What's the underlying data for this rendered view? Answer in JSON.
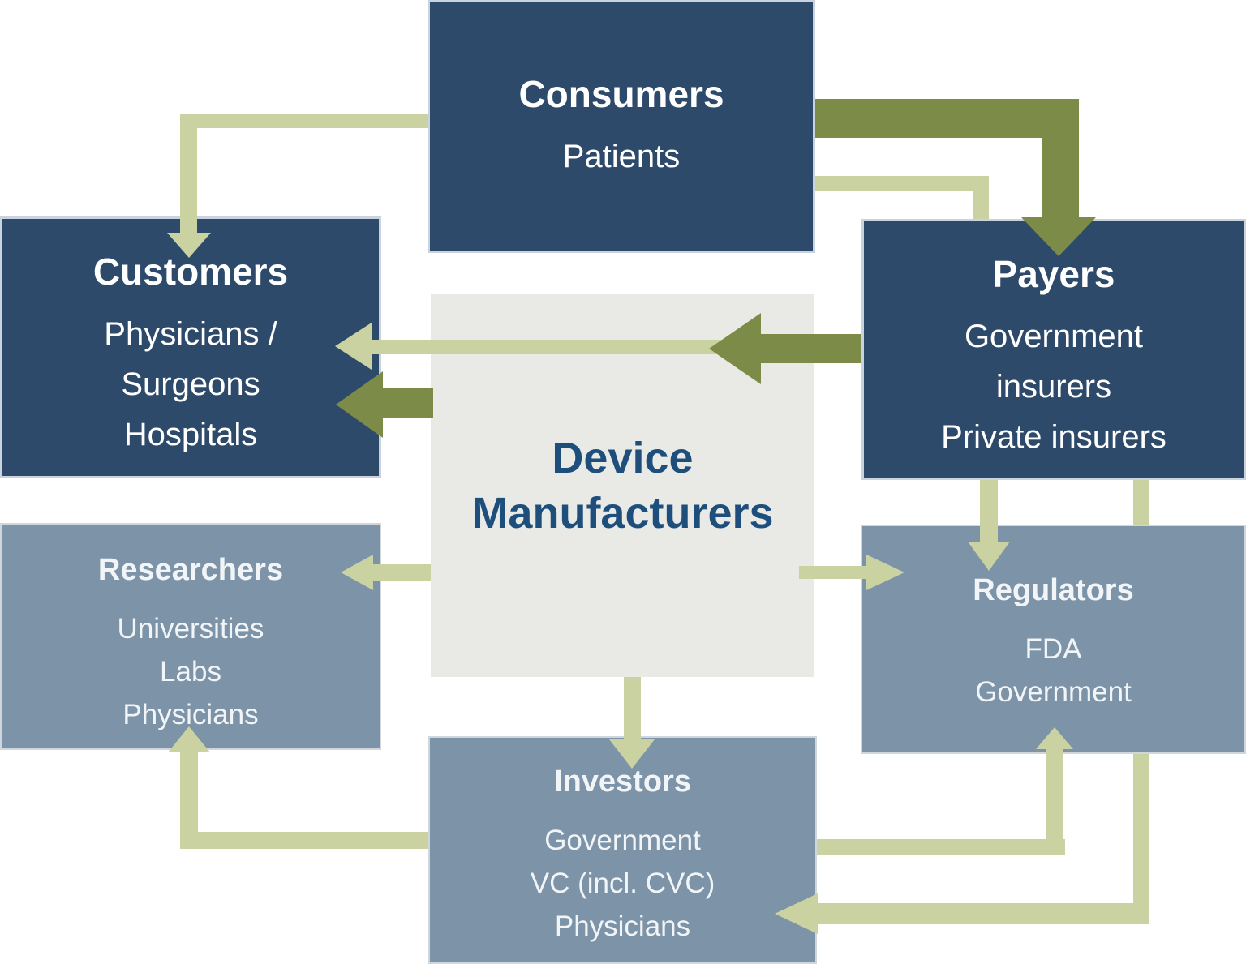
{
  "boxes": {
    "consumers": {
      "title": "Consumers",
      "lines": [
        "Patients"
      ]
    },
    "customers": {
      "title": "Customers",
      "lines": [
        "Physicians /",
        "Surgeons",
        "Hospitals"
      ]
    },
    "payers": {
      "title": "Payers",
      "lines": [
        "Government",
        "insurers",
        "Private insurers"
      ]
    },
    "device_manufacturers": {
      "lines": [
        "Device",
        "Manufacturers"
      ]
    },
    "researchers": {
      "title": "Researchers",
      "lines": [
        "Universities",
        "Labs",
        "Physicians"
      ]
    },
    "regulators": {
      "title": "Regulators",
      "lines": [
        "FDA",
        "Government"
      ]
    },
    "investors": {
      "title": "Investors",
      "lines": [
        "Government",
        "VC (incl. CVC)",
        "Physicians"
      ]
    }
  },
  "arrows": [
    {
      "from": "consumers",
      "to": "customers",
      "color": "#cbd2a1"
    },
    {
      "from": "consumers",
      "to": "payers",
      "color": "#7d8b49"
    },
    {
      "from": "consumers",
      "to": "payers",
      "color": "#cbd2a1"
    },
    {
      "from": "payers",
      "to": "customers",
      "color": "#cbd2a1"
    },
    {
      "from": "payers",
      "to": "device_manufacturers",
      "color": "#7d8b49"
    },
    {
      "from": "device_manufacturers",
      "to": "customers",
      "color": "#7d8b49"
    },
    {
      "from": "device_manufacturers",
      "to": "researchers",
      "color": "#cbd2a1"
    },
    {
      "from": "device_manufacturers",
      "to": "regulators",
      "color": "#cbd2a1"
    },
    {
      "from": "payers",
      "to": "regulators",
      "color": "#cbd2a1"
    },
    {
      "from": "payers",
      "to": "investors",
      "color": "#cbd2a1"
    },
    {
      "from": "investors",
      "to": "researchers",
      "color": "#cbd2a1"
    },
    {
      "from": "investors",
      "to": "regulators",
      "color": "#cbd2a1"
    },
    {
      "from": "device_manufacturers",
      "to": "investors",
      "color": "#cbd2a1"
    }
  ],
  "colors": {
    "navy": "#2e4a6b",
    "slate": "#7c93a8",
    "light_gray": "#e9eae6",
    "sage": "#cbd2a1",
    "olive": "#7d8b49",
    "navy_text": "#1d4e7c",
    "border_light": "#c9d3de",
    "background": "#ffffff",
    "box_text": "#ffffff"
  }
}
